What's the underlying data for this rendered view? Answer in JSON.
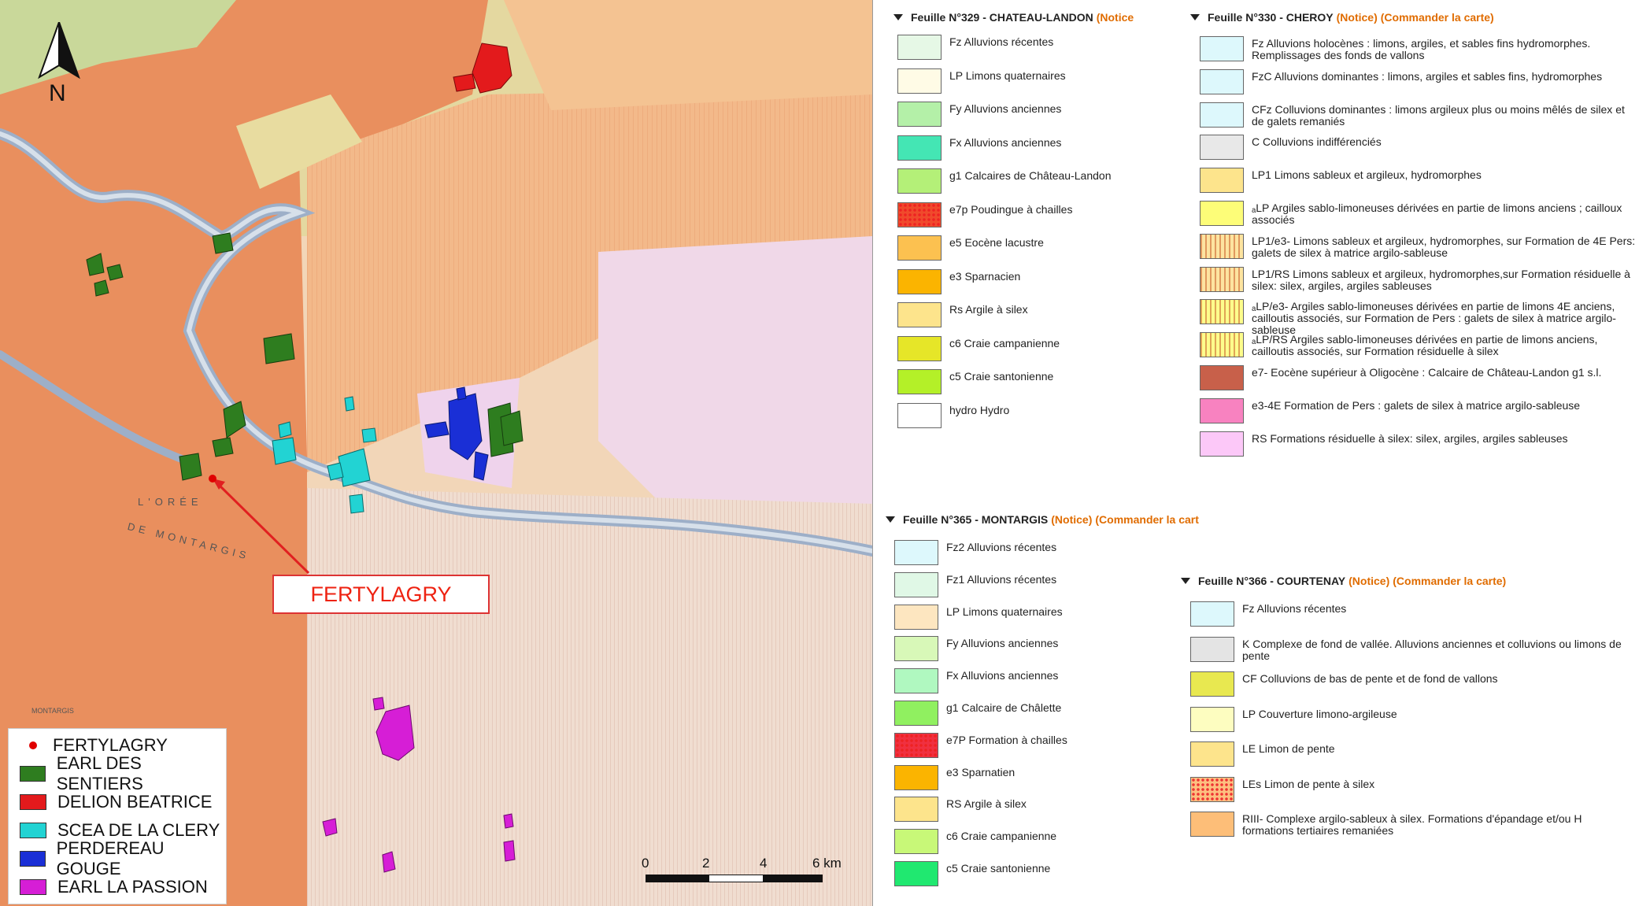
{
  "map": {
    "callout_label": "FERTYLAGRY",
    "north_label": "N",
    "scale_labels": [
      "0",
      "2",
      "4",
      "6 km"
    ],
    "legend": [
      {
        "label": "FERTYLAGRY",
        "color": "#e00000",
        "symbol": "dot"
      },
      {
        "label": "EARL DES SENTIERS",
        "color": "#2e7d1f",
        "symbol": "box"
      },
      {
        "label": "DELION BEATRICE",
        "color": "#e31a1c",
        "symbol": "box"
      },
      {
        "label": "SCEA DE LA CLERY",
        "color": "#22d3d3",
        "symbol": "box"
      },
      {
        "label": "PERDEREAU GOUGE",
        "color": "#1a2fd6",
        "symbol": "box"
      },
      {
        "label": "EARL LA PASSION",
        "color": "#d61ed6",
        "symbol": "box"
      }
    ],
    "place_labels": [
      "L'ORÉE",
      "DE MONTARGIS",
      "MONTARGIS"
    ]
  },
  "sheets": [
    {
      "prefix": "Feuille N°329 - CHATEAU-LANDON",
      "notice": "(Notice",
      "order": "",
      "items": [
        {
          "code": "Fz",
          "label": "Fz Alluvions récentes",
          "color": "#e6f8e6"
        },
        {
          "code": "LP",
          "label": "LP Limons quaternaires",
          "color": "#fffbe6"
        },
        {
          "code": "Fy",
          "label": "Fy Alluvions anciennes",
          "color": "#b4f0a8"
        },
        {
          "code": "Fx",
          "label": "Fx Alluvions anciennes",
          "color": "#44e6b4"
        },
        {
          "code": "g1",
          "label": "g1 Calcaires de Château-Landon",
          "color": "#b4f078"
        },
        {
          "code": "e7p",
          "label": "e7p Poudingue à chailles",
          "color": "#f04a2c",
          "pattern": "dots"
        },
        {
          "code": "e5",
          "label": "e5 Eocène lacustre",
          "color": "#fcc150"
        },
        {
          "code": "e3",
          "label": "e3 Sparnacien",
          "color": "#fbb400"
        },
        {
          "code": "Rs",
          "label": "Rs Argile à silex",
          "color": "#fde48c"
        },
        {
          "code": "c6",
          "label": "c6 Craie campanienne",
          "color": "#e6e628"
        },
        {
          "code": "c5",
          "label": "c5 Craie santonienne",
          "color": "#b4f028"
        },
        {
          "code": "hydro",
          "label": "hydro Hydro",
          "color": "#ffffff"
        }
      ]
    },
    {
      "prefix": "Feuille N°330 - CHEROY",
      "notice": "(Notice)",
      "order": "(Commander la carte)",
      "items": [
        {
          "code": "Fz",
          "label": "Fz Alluvions holocènes : limons, argiles, et sables fins hydromorphes. Remplissages des fonds de vallons",
          "color": "#ddf8fc"
        },
        {
          "code": "FzC",
          "label": "FzC Alluvions dominantes : limons, argiles et sables fins, hydromorphes",
          "color": "#ddf8fc"
        },
        {
          "code": "CFz",
          "label": "CFz Colluvions dominantes : limons argileux plus ou moins mêlés de silex et de galets remaniés",
          "color": "#ddf8fc"
        },
        {
          "code": "C",
          "label": "C Colluvions indifférenciés",
          "color": "#e8e8e8"
        },
        {
          "code": "LP1",
          "label": "LP1 Limons sableux et argileux, hydromorphes",
          "color": "#fde48c"
        },
        {
          "code": "ALP",
          "label": "ₐLP Argiles sablo-limoneuses dérivées en partie de limons anciens ; cailloux associés",
          "color": "#fdfd78"
        },
        {
          "code": "LP1/e3-4E",
          "label": "LP1/e3- Limons sableux et argileux, hydromorphes, sur Formation de 4E Pers: galets de silex à matrice argilo-sableuse",
          "color": "#fde4a0",
          "pattern": "hatch"
        },
        {
          "code": "LP1/RS",
          "label": "LP1/RS Limons sableux et argileux, hydromorphes,sur Formation résiduelle à silex: silex, argiles, argiles sableuses",
          "color": "#fde4a0",
          "pattern": "hatch"
        },
        {
          "code": "ALP/e3-4E",
          "label": "ₐLP/e3- Argiles sablo-limoneuses dérivées en partie de limons 4E anciens, cailloutis associés, sur Formation de Pers : galets de silex à matrice argilo-sableuse",
          "color": "#fdfd8c",
          "pattern": "hatch"
        },
        {
          "code": "ALP/RS",
          "label": "ₐLP/RS Argiles sablo-limoneuses dérivées en partie de limons anciens, cailloutis associés, sur Formation résiduelle à silex",
          "color": "#fdfd8c",
          "pattern": "hatch"
        },
        {
          "code": "e7-g1",
          "label": "e7- Eocène supérieur à Oligocène : Calcaire de Château-Landon g1 s.l.",
          "color": "#c8604a"
        },
        {
          "code": "e3-4E",
          "label": "e3-4E Formation de Pers : galets de silex à matrice argilo-sableuse",
          "color": "#f882c0"
        },
        {
          "code": "RS",
          "label": "RS Formations résiduelle à silex: silex, argiles, argiles sableuses",
          "color": "#fcc8f8"
        }
      ]
    },
    {
      "prefix": "Feuille N°365 - MONTARGIS",
      "notice": "(Notice)",
      "order": "(Commander la cart",
      "items": [
        {
          "code": "Fz2",
          "label": "Fz2 Alluvions récentes",
          "color": "#ddf8fc"
        },
        {
          "code": "Fz1",
          "label": "Fz1 Alluvions récentes",
          "color": "#e0f8e6"
        },
        {
          "code": "LP",
          "label": "LP Limons quaternaires",
          "color": "#fde6c0"
        },
        {
          "code": "Fy",
          "label": "Fy Alluvions anciennes",
          "color": "#d8f8b8"
        },
        {
          "code": "Fx",
          "label": "Fx Alluvions anciennes",
          "color": "#b0f8c0"
        },
        {
          "code": "g1",
          "label": "g1 Calcaire de Châlette",
          "color": "#90f060"
        },
        {
          "code": "e7P",
          "label": "e7P Formation à chailles",
          "color": "#f03040",
          "pattern": "dots"
        },
        {
          "code": "e3",
          "label": "e3 Sparnatien",
          "color": "#fbb400"
        },
        {
          "code": "RS",
          "label": "RS Argile à silex",
          "color": "#fde48c"
        },
        {
          "code": "c6",
          "label": "c6 Craie campanienne",
          "color": "#c8f878"
        },
        {
          "code": "c5",
          "label": "c5 Craie santonienne",
          "color": "#20e870"
        }
      ]
    },
    {
      "prefix": "Feuille N°366 - COURTENAY",
      "notice": "(Notice)",
      "order": "(Commander la carte)",
      "items": [
        {
          "code": "Fz",
          "label": "Fz Alluvions récentes",
          "color": "#ddf8fc"
        },
        {
          "code": "K",
          "label": "K Complexe de fond de vallée. Alluvions anciennes et colluvions ou limons de pente",
          "color": "#e4e4e4"
        },
        {
          "code": "CF",
          "label": "CF Colluvions de bas de pente et de fond de vallons",
          "color": "#e8e850"
        },
        {
          "code": "LP",
          "label": "LP Couverture limono-argileuse",
          "color": "#fdfdc0"
        },
        {
          "code": "LE",
          "label": "LE Limon de pente",
          "color": "#fde48c"
        },
        {
          "code": "LEs",
          "label": "LEs Limon de pente à silex",
          "color": "#fdc080",
          "pattern": "dotsy"
        },
        {
          "code": "RIII-H",
          "label": "RIII- Complexe argilo-sableux à silex. Formations d'épandage et/ou H formations tertiaires remaniées",
          "color": "#fdbe78"
        }
      ]
    }
  ]
}
